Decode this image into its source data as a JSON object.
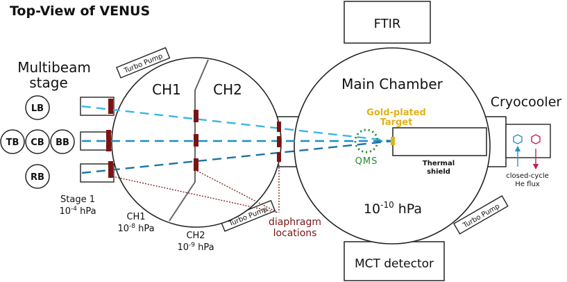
{
  "title": "Top-View of VENUS",
  "multibeam": {
    "label_line1": "Multibeam",
    "label_line2": "stage"
  },
  "beams": [
    "LB",
    "TB",
    "CB",
    "BB",
    "RB"
  ],
  "chambers": {
    "ch1": "CH1",
    "ch2": "CH2",
    "main": "Main Chamber"
  },
  "pumps": [
    "Turbo Pump",
    "Turbo Pump",
    "Turbo Pump"
  ],
  "instruments": {
    "ftir": "FTIR",
    "mct": "MCT detector",
    "cryocooler": "Cryocooler"
  },
  "target": {
    "line1": "Gold-plated",
    "line2": "Target"
  },
  "qms": "QMS",
  "shield": {
    "line1": "Thermal",
    "line2": "shield"
  },
  "he_flux": {
    "line1": "closed-cycle",
    "line2": "He flux"
  },
  "diaphragm": {
    "line1": "diaphragm",
    "line2": "locations"
  },
  "pressures": {
    "stage1": {
      "label": "Stage 1",
      "base": "10",
      "exp": "-4",
      "unit": " hPa"
    },
    "ch1": {
      "label": "CH1",
      "base": "10",
      "exp": "-8",
      "unit": " hPa"
    },
    "ch2": {
      "label": "CH2",
      "base": "10",
      "exp": "-9",
      "unit": " hPa"
    },
    "main": {
      "base": "10",
      "exp": "-10",
      "unit": " hPa"
    }
  },
  "colors": {
    "outline": "#555555",
    "beam_light": "#39b6e6",
    "beam_dark": "#1a72a6",
    "diaphragm": "#7a1414",
    "target": "#e0b21a",
    "qms": "#1f8a2e",
    "flux_in": "#2a8fc4",
    "flux_out": "#c21e5a"
  }
}
